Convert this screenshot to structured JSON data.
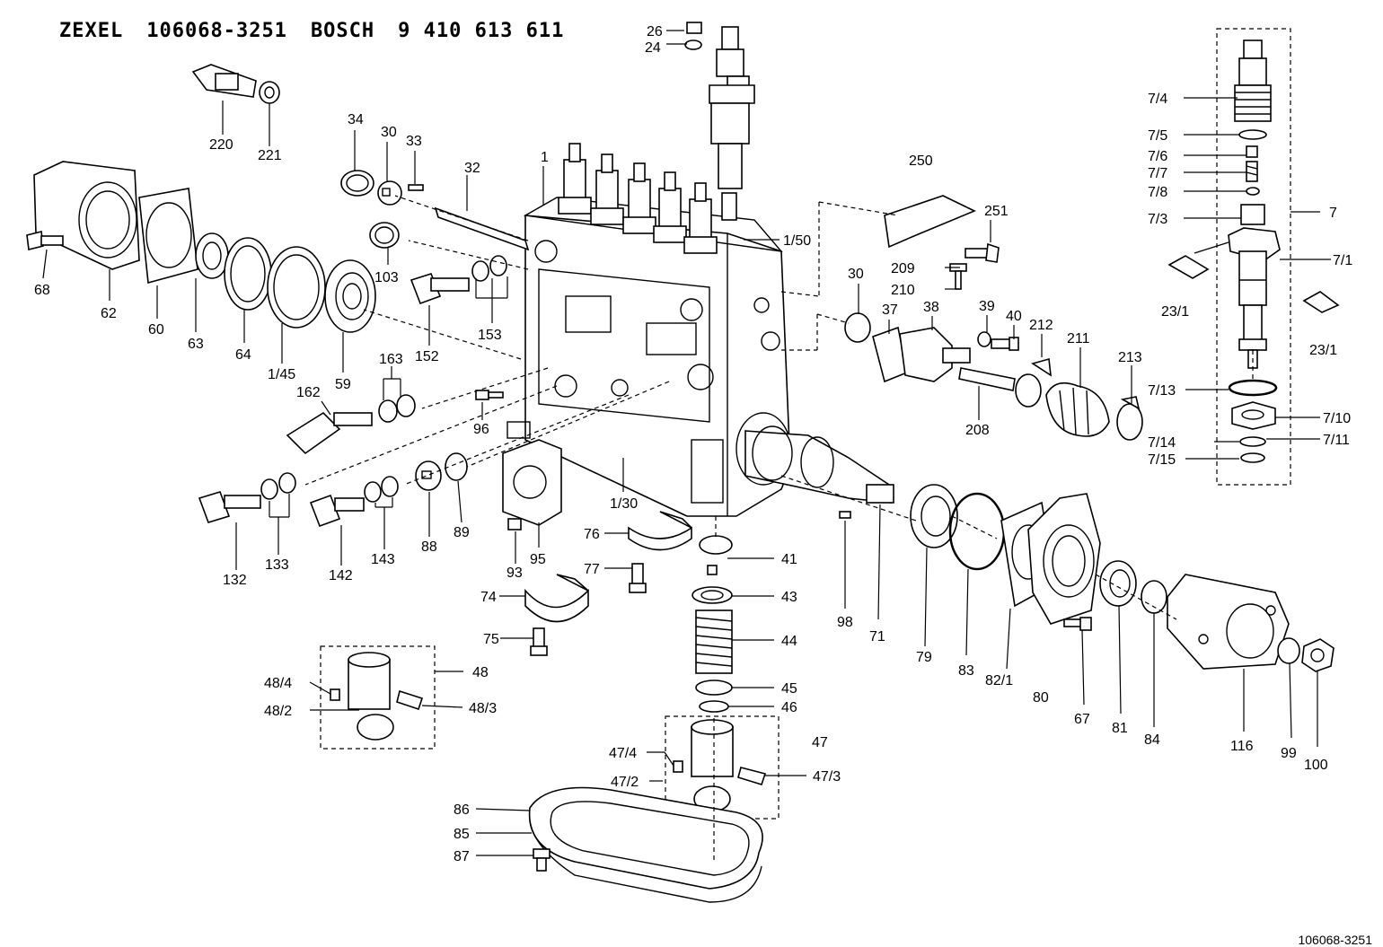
{
  "header": {
    "maker1": "ZEXEL",
    "part_no1": "106068-3251",
    "maker2": "BOSCH",
    "part_no2": "9 410 613 611"
  },
  "footer": {
    "code": "106068-3251"
  },
  "labels": [
    {
      "id": "l26",
      "text": "26"
    },
    {
      "id": "l24",
      "text": "24"
    },
    {
      "id": "l220",
      "text": "220"
    },
    {
      "id": "l221",
      "text": "221"
    },
    {
      "id": "l34",
      "text": "34"
    },
    {
      "id": "l30a",
      "text": "30"
    },
    {
      "id": "l33",
      "text": "33"
    },
    {
      "id": "l32",
      "text": "32"
    },
    {
      "id": "l1",
      "text": "1"
    },
    {
      "id": "l250",
      "text": "250"
    },
    {
      "id": "l251",
      "text": "251"
    },
    {
      "id": "l1_50",
      "text": "1/50"
    },
    {
      "id": "l68",
      "text": "68"
    },
    {
      "id": "l62",
      "text": "62"
    },
    {
      "id": "l60",
      "text": "60"
    },
    {
      "id": "l63",
      "text": "63"
    },
    {
      "id": "l64",
      "text": "64"
    },
    {
      "id": "l1_45",
      "text": "1/45"
    },
    {
      "id": "l59",
      "text": "59"
    },
    {
      "id": "l103",
      "text": "103"
    },
    {
      "id": "l152",
      "text": "152"
    },
    {
      "id": "l153",
      "text": "153"
    },
    {
      "id": "l209",
      "text": "209"
    },
    {
      "id": "l210",
      "text": "210"
    },
    {
      "id": "l30b",
      "text": "30"
    },
    {
      "id": "l37",
      "text": "37"
    },
    {
      "id": "l38",
      "text": "38"
    },
    {
      "id": "l39",
      "text": "39"
    },
    {
      "id": "l40",
      "text": "40"
    },
    {
      "id": "l212",
      "text": "212"
    },
    {
      "id": "l211",
      "text": "211"
    },
    {
      "id": "l213",
      "text": "213"
    },
    {
      "id": "l208",
      "text": "208"
    },
    {
      "id": "l163",
      "text": "163"
    },
    {
      "id": "l162",
      "text": "162"
    },
    {
      "id": "l96",
      "text": "96"
    },
    {
      "id": "l132",
      "text": "132"
    },
    {
      "id": "l133",
      "text": "133"
    },
    {
      "id": "l142",
      "text": "142"
    },
    {
      "id": "l143",
      "text": "143"
    },
    {
      "id": "l88",
      "text": "88"
    },
    {
      "id": "l89",
      "text": "89"
    },
    {
      "id": "l1_30",
      "text": "1/30"
    },
    {
      "id": "l93",
      "text": "93"
    },
    {
      "id": "l95",
      "text": "95"
    },
    {
      "id": "l76",
      "text": "76"
    },
    {
      "id": "l77",
      "text": "77"
    },
    {
      "id": "l74",
      "text": "74"
    },
    {
      "id": "l75",
      "text": "75"
    },
    {
      "id": "l41",
      "text": "41"
    },
    {
      "id": "l43",
      "text": "43"
    },
    {
      "id": "l44",
      "text": "44"
    },
    {
      "id": "l45",
      "text": "45"
    },
    {
      "id": "l46",
      "text": "46"
    },
    {
      "id": "l98",
      "text": "98"
    },
    {
      "id": "l71",
      "text": "71"
    },
    {
      "id": "l79",
      "text": "79"
    },
    {
      "id": "l83",
      "text": "83"
    },
    {
      "id": "l82_1",
      "text": "82/1"
    },
    {
      "id": "l80",
      "text": "80"
    },
    {
      "id": "l67",
      "text": "67"
    },
    {
      "id": "l81",
      "text": "81"
    },
    {
      "id": "l84",
      "text": "84"
    },
    {
      "id": "l116",
      "text": "116"
    },
    {
      "id": "l99",
      "text": "99"
    },
    {
      "id": "l100",
      "text": "100"
    },
    {
      "id": "l48_4",
      "text": "48/4"
    },
    {
      "id": "l48",
      "text": "48"
    },
    {
      "id": "l48_2",
      "text": "48/2"
    },
    {
      "id": "l48_3",
      "text": "48/3"
    },
    {
      "id": "l47",
      "text": "47"
    },
    {
      "id": "l47_4",
      "text": "47/4"
    },
    {
      "id": "l47_2",
      "text": "47/2"
    },
    {
      "id": "l47_3",
      "text": "47/3"
    },
    {
      "id": "l86",
      "text": "86"
    },
    {
      "id": "l85",
      "text": "85"
    },
    {
      "id": "l87",
      "text": "87"
    },
    {
      "id": "l7_4",
      "text": "7/4"
    },
    {
      "id": "l7_5",
      "text": "7/5"
    },
    {
      "id": "l7_6",
      "text": "7/6"
    },
    {
      "id": "l7_7",
      "text": "7/7"
    },
    {
      "id": "l7_8",
      "text": "7/8"
    },
    {
      "id": "l7_3",
      "text": "7/3"
    },
    {
      "id": "l7",
      "text": "7"
    },
    {
      "id": "l7_1",
      "text": "7/1"
    },
    {
      "id": "l23_1a",
      "text": "23/1"
    },
    {
      "id": "l23_1b",
      "text": "23/1"
    },
    {
      "id": "l7_13",
      "text": "7/13"
    },
    {
      "id": "l7_10",
      "text": "7/10"
    },
    {
      "id": "l7_14",
      "text": "7/14"
    },
    {
      "id": "l7_11",
      "text": "7/11"
    },
    {
      "id": "l7_15",
      "text": "7/15"
    }
  ]
}
